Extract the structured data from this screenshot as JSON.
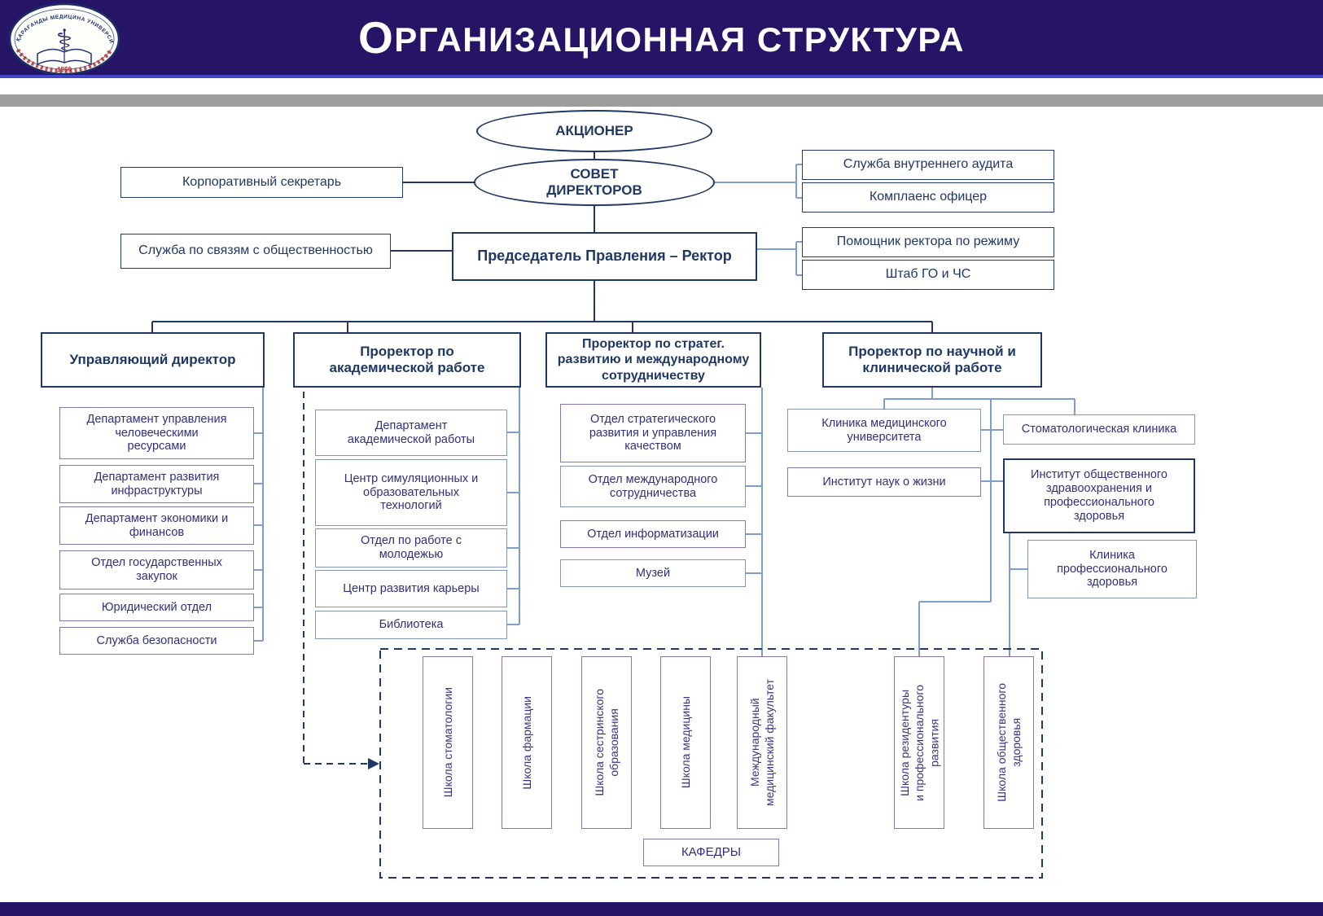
{
  "header": {
    "title_initial": "О",
    "title_rest": "РГАНИЗАЦИОННАЯ СТРУКТУРА",
    "logo": {
      "ring_text": "ҚАРАҒАНДЫ МЕДИЦИНА УНИВЕРСИТЕТІ",
      "year": "1950"
    }
  },
  "colors": {
    "header_bg": "#261566",
    "header_underline": "#4545c8",
    "gray_bar": "#9D9D9D",
    "navy": "#1F3864",
    "steel_line": "#7F9DC9",
    "purple_border": "#8677AC",
    "steel_border": "#8496B0",
    "sub_text": "#31307B",
    "logo_red": "#B03030"
  },
  "org": {
    "shareholder": "АКЦИОНЕР",
    "board": "СОВЕТ\nДИРЕКТОРОВ",
    "corporate_secretary": "Корпоративный секретарь",
    "internal_audit": "Служба внутреннего аудита",
    "compliance_officer": "Комплаенс офицер",
    "chairman": "Председатель Правления – Ректор",
    "pr_service": "Служба по связям с общественностью",
    "rector_assistant": "Помощник ректора по режиму",
    "emergency_hq": "Штаб ГО и ЧС",
    "branches": [
      {
        "title": "Управляющий директор",
        "units": [
          "Департамент управления\nчеловеческими\nресурсами",
          "Департамент развития\nинфраструктуры",
          "Департамент экономики и\nфинансов",
          "Отдел государственных\nзакупок",
          "Юридический отдел",
          "Служба безопасности"
        ]
      },
      {
        "title": "Проректор по\nакадемической работе",
        "units": [
          "Департамент\nакадемической работы",
          "Центр симуляционных и\nобразовательных\nтехнологий",
          "Отдел по работе с\nмолодежью",
          "Центр развития карьеры",
          "Библиотека"
        ]
      },
      {
        "title": "Проректор по стратег.\nразвитию и международному\nсотрудничеству",
        "units": [
          "Отдел стратегического\nразвития и управления\nкачеством",
          "Отдел международного\nсотрудничества",
          "Отдел информатизации",
          "Музей"
        ]
      },
      {
        "title": "Проректор по научной и\nклинической работе",
        "units_left": [
          "Клиника медицинского\nуниверситета",
          "Институт наук о жизни"
        ],
        "units_right": [
          "Стоматологическая клиника",
          "Институт общественного\nздравоохранения и\nпрофессионального\nздоровья",
          "Клиника\nпрофессионального\nздоровья"
        ]
      }
    ],
    "schools": [
      "Школа стоматологии",
      "Школа фармации",
      "Школа сестринского\nобразования",
      "Школа медицины",
      "Международный\nмедицинский факультет",
      "Школа резидентуры\nи профессионального\nразвития",
      "Школа общественного\nздоровья"
    ],
    "departments_label": "КАФЕДРЫ"
  }
}
